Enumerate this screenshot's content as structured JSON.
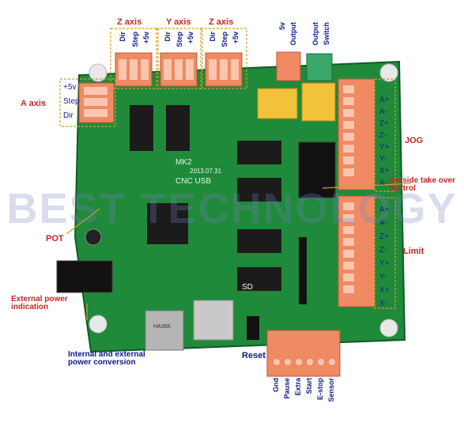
{
  "watermark": "BEST TECHNOLOGY",
  "board": {
    "model": "MK2",
    "date": "2013.07.31",
    "name": "CNC USB",
    "sd_label": "SD",
    "usb_chip": "HA38K"
  },
  "colors": {
    "pcb": "#1f8a3a",
    "terminal_orange": "#f08a63",
    "terminal_green": "#3aa86a",
    "label_red": "#c62828",
    "label_blue": "#0d1b8a"
  },
  "labels": {
    "z_axis_1": "Z axis",
    "y_axis": "Y axis",
    "z_axis_2": "Z axis",
    "a_axis": "A axis",
    "pot": "POT",
    "external_power": "External power indication",
    "power_conversion": "Internal and external power conversion",
    "reset": "Reset",
    "jog": "JOG",
    "limit": "Limit",
    "outside_take": "Outside take over control"
  },
  "axis_pins": {
    "z1": [
      "Dir",
      "Step",
      "+5v"
    ],
    "y": [
      "Dir",
      "Step",
      "+5v"
    ],
    "z2": [
      "Dir",
      "Step",
      "+5v"
    ]
  },
  "a_axis_pins": [
    "+5v",
    "Step",
    "Dir"
  ],
  "top_right_pins": [
    "5v",
    "Output",
    "Output",
    "Switch"
  ],
  "jog_pins": [
    "-",
    "A+",
    "A-",
    "Z+",
    "Z-",
    "Y+",
    "Y-",
    "X+",
    "X-"
  ],
  "limit_pins": [
    "A+",
    "A-",
    "Z+",
    "Z-",
    "Y+",
    "Y-",
    "X+",
    "X-"
  ],
  "bottom_pins": [
    "Gnd",
    "Pause",
    "Extra",
    "Start",
    "E-stop",
    "Sensor"
  ]
}
